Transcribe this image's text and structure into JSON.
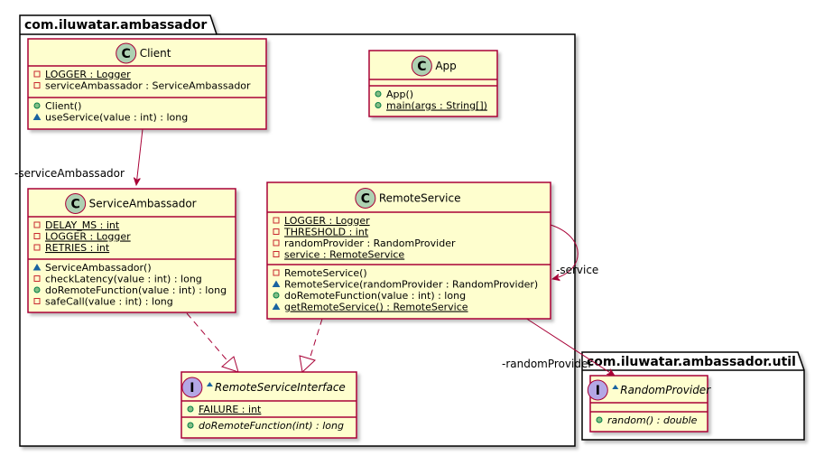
{
  "packages": {
    "main": {
      "name": "com.iluwatar.ambassador"
    },
    "util": {
      "name": "com.iluwatar.ambassador.util"
    }
  },
  "classes": {
    "client": {
      "name": "Client",
      "stereotype": "C",
      "fields": [
        {
          "text": "LOGGER : Logger",
          "visibility": "private",
          "static": true
        },
        {
          "text": "serviceAmbassador : ServiceAmbassador",
          "visibility": "private",
          "static": false
        }
      ],
      "methods": [
        {
          "text": "Client()",
          "visibility": "public",
          "static": false
        },
        {
          "text": "useService(value : int) : long",
          "visibility": "package",
          "static": false
        }
      ]
    },
    "app": {
      "name": "App",
      "stereotype": "C",
      "fields": [],
      "methods": [
        {
          "text": "App()",
          "visibility": "public",
          "static": false
        },
        {
          "text": "main(args : String[])",
          "visibility": "public",
          "static": true
        }
      ]
    },
    "service_ambassador": {
      "name": "ServiceAmbassador",
      "stereotype": "C",
      "fields": [
        {
          "text": "DELAY_MS : int",
          "visibility": "private",
          "static": true
        },
        {
          "text": "LOGGER : Logger",
          "visibility": "private",
          "static": true
        },
        {
          "text": "RETRIES : int",
          "visibility": "private",
          "static": true
        }
      ],
      "methods": [
        {
          "text": "ServiceAmbassador()",
          "visibility": "package",
          "static": false
        },
        {
          "text": "checkLatency(value : int) : long",
          "visibility": "private",
          "static": false
        },
        {
          "text": "doRemoteFunction(value : int) : long",
          "visibility": "public",
          "static": false
        },
        {
          "text": "safeCall(value : int) : long",
          "visibility": "private",
          "static": false
        }
      ]
    },
    "remote_service": {
      "name": "RemoteService",
      "stereotype": "C",
      "fields": [
        {
          "text": "LOGGER : Logger",
          "visibility": "private",
          "static": true
        },
        {
          "text": "THRESHOLD : int",
          "visibility": "private",
          "static": true
        },
        {
          "text": "randomProvider : RandomProvider",
          "visibility": "private",
          "static": false
        },
        {
          "text": "service : RemoteService",
          "visibility": "private",
          "static": true
        }
      ],
      "methods": [
        {
          "text": "RemoteService()",
          "visibility": "private",
          "static": false
        },
        {
          "text": "RemoteService(randomProvider : RandomProvider)",
          "visibility": "package",
          "static": false
        },
        {
          "text": "doRemoteFunction(value : int) : long",
          "visibility": "public",
          "static": false
        },
        {
          "text": "getRemoteService() : RemoteService",
          "visibility": "package",
          "static": true
        }
      ]
    },
    "remote_service_interface": {
      "name": "RemoteServiceInterface",
      "stereotype": "I",
      "fields": [
        {
          "text": "FAILURE : int",
          "visibility": "public",
          "static": true
        }
      ],
      "methods": [
        {
          "text": "doRemoteFunction(int) : long",
          "visibility": "public",
          "static": false,
          "abstract": true
        }
      ]
    },
    "random_provider": {
      "name": "RandomProvider",
      "stereotype": "I",
      "fields": [],
      "methods": [
        {
          "text": "random() : double",
          "visibility": "public",
          "static": false,
          "abstract": true
        }
      ]
    }
  },
  "edges": {
    "service_ambassador_label": "-serviceAmbassador",
    "service_label": "-service",
    "random_provider_label": "-randomProvider"
  },
  "colors": {
    "class_fill": "#FEFECE",
    "class_border": "#A80036",
    "class_circle": "#ADD1B2",
    "interface_circle": "#B4A7E5",
    "private_icon": "#C82930",
    "public_icon": "#84BE84",
    "package_icon": "#1963A0",
    "edge": "#A80036"
  }
}
